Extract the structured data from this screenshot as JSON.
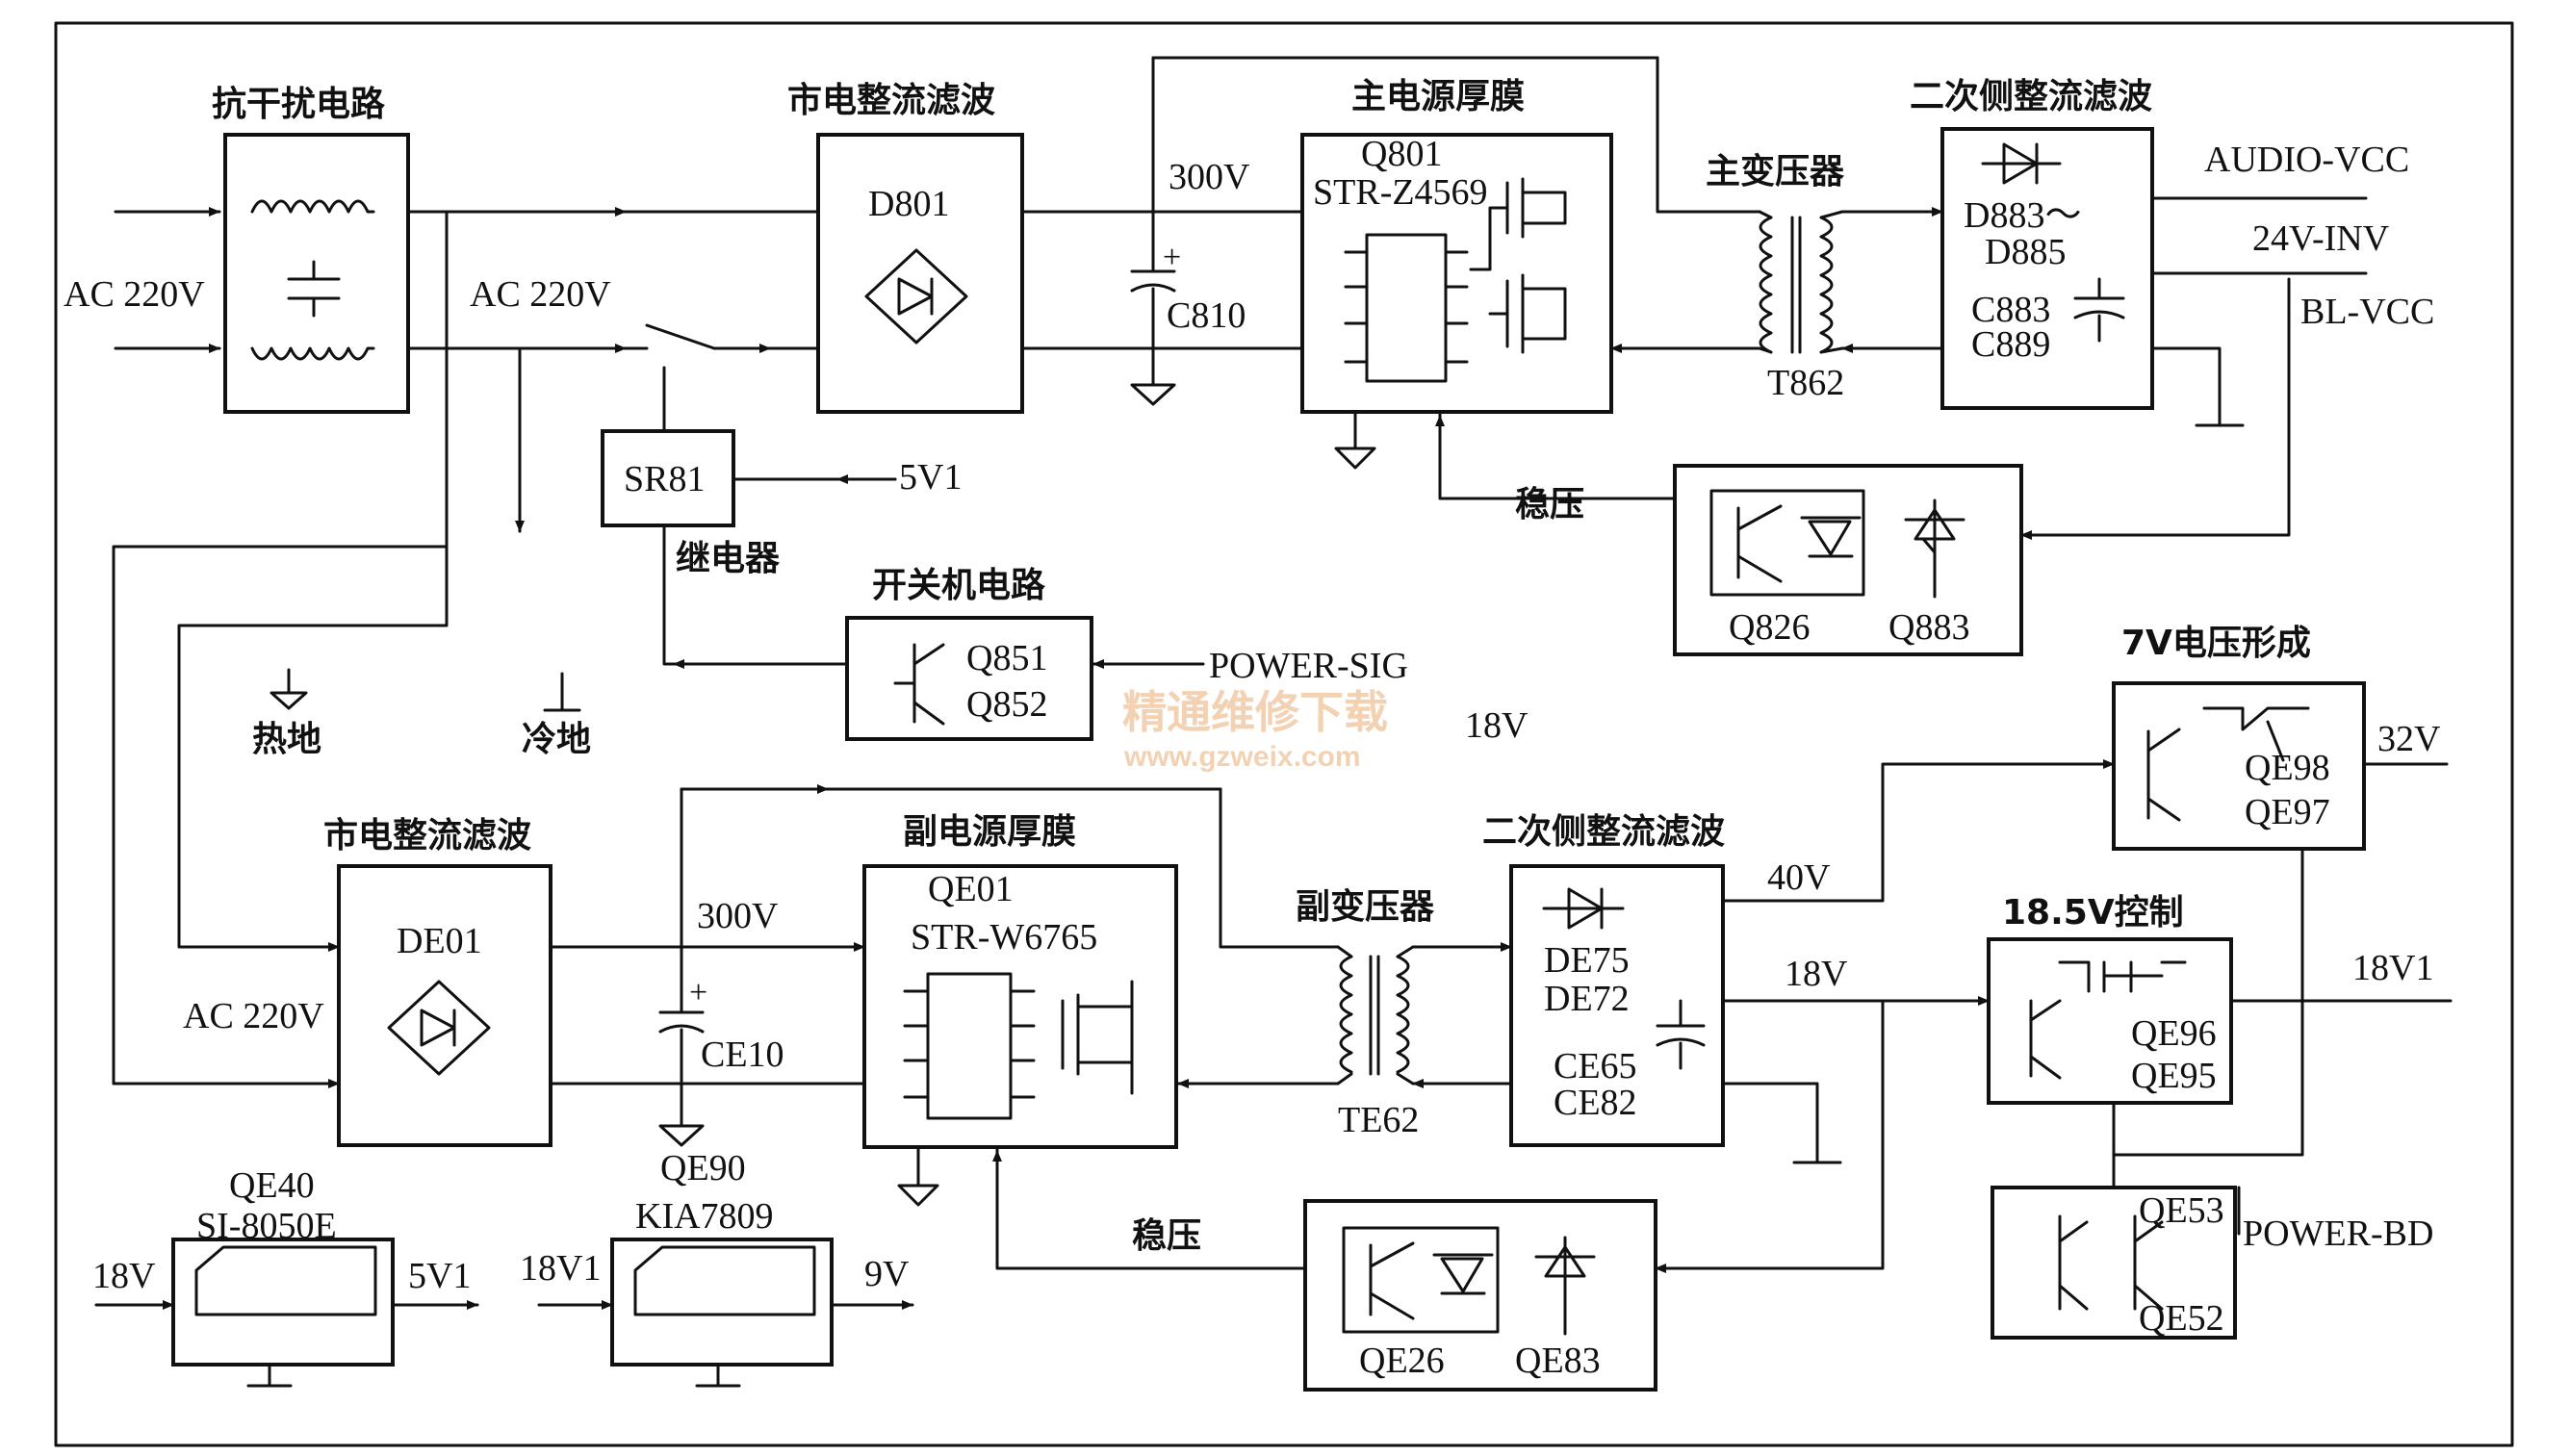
{
  "blocks": {
    "emi": {
      "title": "抗干扰电路",
      "input": "AC 220V"
    },
    "main_rect": {
      "title": "市电整流滤波",
      "part": "D801"
    },
    "main_pwr": {
      "title": "主电源厚膜",
      "part": "Q801",
      "ic": "STR-Z4569"
    },
    "main_xfmr": {
      "title": "主变压器",
      "part": "T862"
    },
    "main_sec": {
      "title": "二次侧整流滤波",
      "diodes1": "D883～",
      "diodes2": "D885",
      "caps1": "C883",
      "caps2": "C889"
    },
    "main_fb": {
      "title": "稳压",
      "opto": "Q826",
      "ref": "Q883"
    },
    "relay": {
      "part": "SR81",
      "title": "继电器",
      "supply": "5V1"
    },
    "power_sw": {
      "title": "开关机电路",
      "q1": "Q851",
      "q2": "Q852",
      "signal": "POWER-SIG"
    },
    "sub_rect": {
      "title": "市电整流滤波",
      "part": "DE01",
      "input": "AC 220V"
    },
    "sub_pwr": {
      "title": "副电源厚膜",
      "part": "QE01",
      "ic": "STR-W6765"
    },
    "sub_xfmr": {
      "title": "副变压器",
      "part": "TE62"
    },
    "sub_sec": {
      "title": "二次侧整流滤波",
      "d1": "DE75",
      "d2": "DE72",
      "c1": "CE65",
      "c2": "CE82"
    },
    "sub_fb": {
      "title": "稳压",
      "opto": "QE26",
      "ref": "QE83"
    },
    "v7": {
      "title": "7V电压形成",
      "q1": "QE98",
      "q2": "QE97",
      "out": "32V"
    },
    "v185": {
      "title": "18.5V控制",
      "q1": "QE96",
      "q2": "QE95",
      "out": "18V1"
    },
    "pbd": {
      "q1": "QE53",
      "q2": "QE52",
      "signal": "POWER-BD"
    },
    "reg5": {
      "part": "QE40",
      "ic": "SI-8050E",
      "in": "18V",
      "out": "5V1"
    },
    "reg9": {
      "part": "QE90",
      "ic": "KIA7809",
      "in": "18V1",
      "out": "9V"
    }
  },
  "nets": {
    "ac_mid": "AC 220V",
    "hv_main": "300V",
    "cap_main": "C810",
    "hv_sub": "300V",
    "cap_sub": "CE10",
    "out_audio": "AUDIO-VCC",
    "out_inv": "24V-INV",
    "out_bl": "BL-VCC",
    "v40": "40V",
    "v18": "18V",
    "v18_sig": "18V",
    "hot_gnd": "热地",
    "cold_gnd": "冷地",
    "plus": "+"
  },
  "watermark": {
    "cn": "精通维修下载",
    "url": "www.gzweix.com"
  }
}
